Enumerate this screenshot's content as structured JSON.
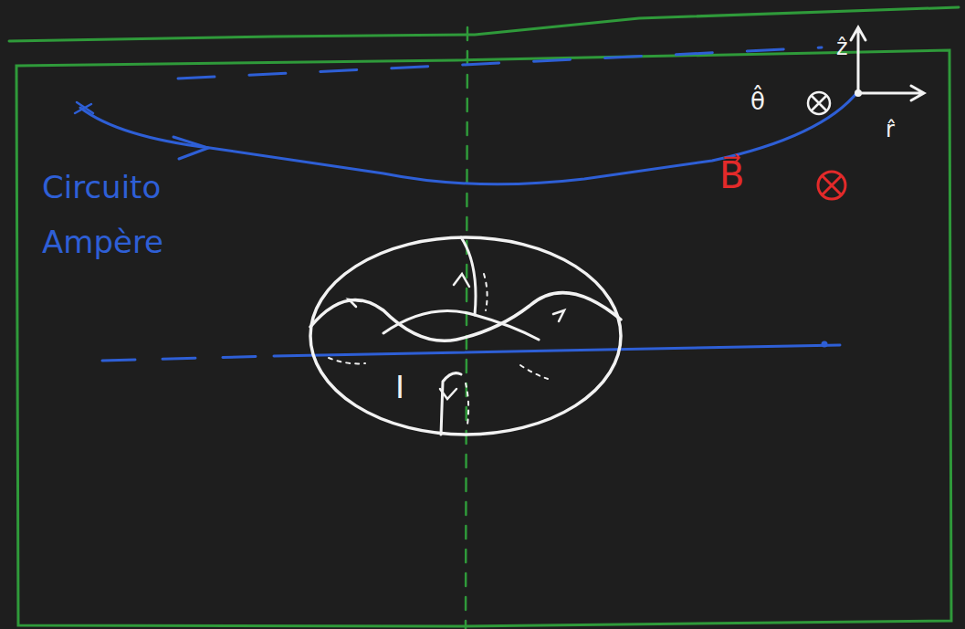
{
  "diagram": {
    "labels": [
      "Circuito Ampère",
      "ẑ",
      "θ̂",
      "r̂",
      "B⃗",
      "I"
    ]
  }
}
